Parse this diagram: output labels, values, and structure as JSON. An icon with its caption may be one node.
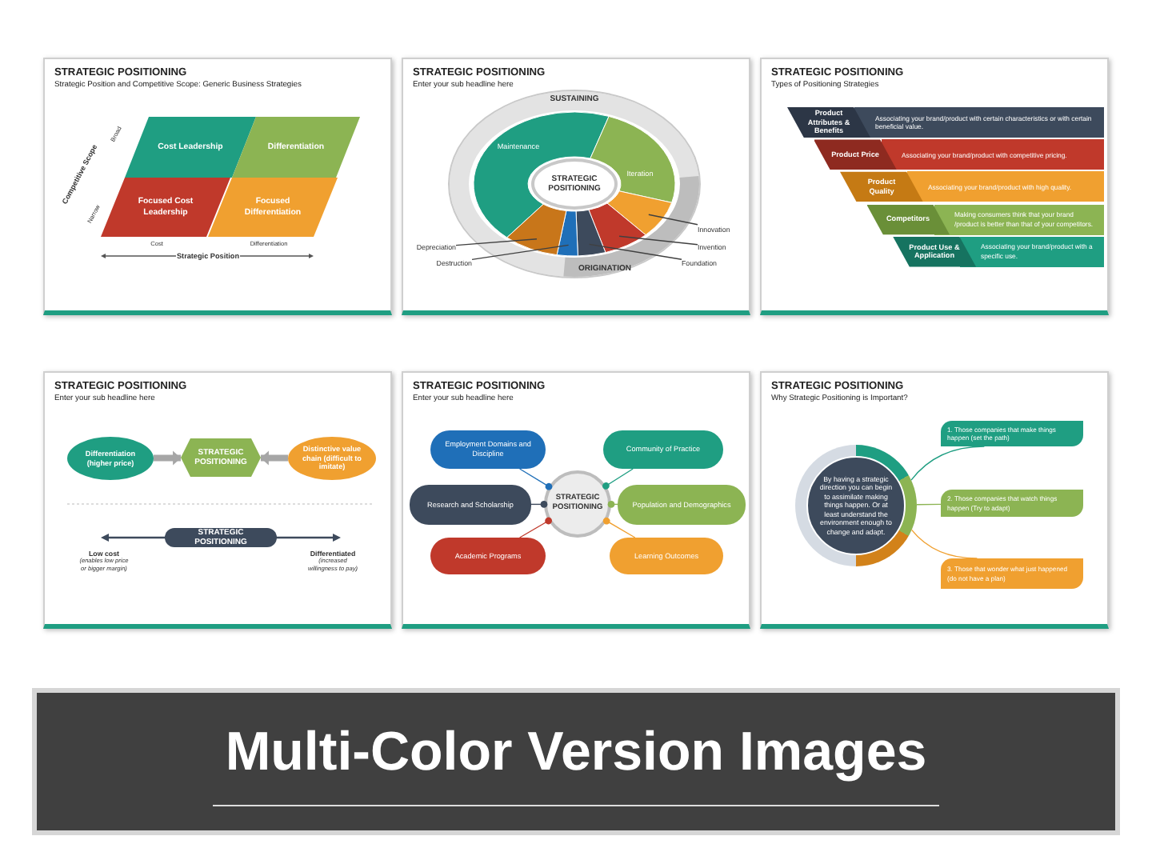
{
  "diagram": {
    "nodes": [
      {
        "text": [
          "STRATEGIC POSITIONING",
          "Strategic Position and Competitive Scope: Generic Business Strategies"
        ]
      },
      {
        "text": [
          "Cost Leadership"
        ],
        "in": 0
      },
      {
        "text": [
          "Differentiation"
        ],
        "in": 0
      },
      {
        "text": [
          "Focused Cost Leadership"
        ],
        "in": 0
      },
      {
        "text": [
          "Focused Differentiation"
        ],
        "in": 0
      },
      {
        "text": [
          "STRATEGIC POSITIONING",
          "Enter your sub headline here"
        ]
      },
      {
        "text": [
          "SUSTAINING"
        ],
        "in": 5
      },
      {
        "text": [
          "ORIGINATION"
        ],
        "in": 6
      },
      {
        "text": [
          "Maintenance"
        ],
        "in": 6
      },
      {
        "text": [
          "Iteration"
        ],
        "in": 6
      },
      {
        "text": [],
        "shape": "wedge",
        "in": 6
      },
      {
        "text": [],
        "shape": "wedge",
        "in": 6
      },
      {
        "text": [],
        "shape": "wedge",
        "in": 6
      },
      {
        "text": [],
        "shape": "wedge",
        "in": 6
      },
      {
        "text": [],
        "shape": "wedge",
        "in": 6
      },
      {
        "text": [
          "STRATEGIC POSITIONING"
        ],
        "in": 6
      },
      {
        "text": [
          "Innovation"
        ],
        "in": 5
      },
      {
        "text": [
          "Invention"
        ],
        "in": 5
      },
      {
        "text": [
          "Foundation"
        ],
        "in": 5
      },
      {
        "text": [
          "Depreciation"
        ],
        "in": 5
      },
      {
        "text": [
          "Destruction"
        ],
        "in": 5
      },
      {
        "text": [
          "STRATEGIC POSITIONING",
          "Types of Positioning Strategies"
        ]
      },
      {
        "text": [
          "Product Attributes & Benefits",
          "Associating your brand/product with certain characteristics or with certain beneficial value."
        ],
        "in": 21
      },
      {
        "text": [
          "Product Price",
          "Associating your brand/product with competitive pricing."
        ],
        "in": 21
      },
      {
        "text": [
          "Product Quality",
          "Associating your brand/product with high quality."
        ],
        "in": 21
      },
      {
        "text": [
          "Competitors",
          "Making consumers think that your brand /product is better than that of your competitors."
        ],
        "in": 21
      },
      {
        "text": [
          "Product Use & Application",
          "Associating your brand/product with a specific use."
        ],
        "in": 21
      },
      {
        "text": [
          "STRATEGIC POSITIONING",
          "Enter your sub headline here"
        ]
      },
      {
        "text": [
          "Differentiation (higher price)"
        ],
        "in": 27
      },
      {
        "text": [
          "STRATEGIC POSITIONING"
        ],
        "in": 27
      },
      {
        "text": [
          "Distinctive value chain (difficult to imitate)"
        ],
        "in": 27
      },
      {
        "text": [
          "STRATEGIC POSITIONING"
        ],
        "in": 27
      },
      {
        "text": [
          "STRATEGIC POSITIONING",
          "Enter your sub headline here"
        ]
      },
      {
        "text": [
          "Employment Domains and Discipline"
        ],
        "in": 32
      },
      {
        "text": [
          "Community of Practice"
        ],
        "in": 32
      },
      {
        "text": [
          "Research and Scholarship"
        ],
        "in": 32
      },
      {
        "text": [
          "STRATEGIC POSITIONING"
        ],
        "in": 32
      },
      {
        "text": [
          "Population and Demographics"
        ],
        "in": 32
      },
      {
        "text": [
          "Academic Programs"
        ],
        "in": 32
      },
      {
        "text": [
          "Learning Outcomes"
        ],
        "in": 32
      },
      {
        "text": [
          "STRATEGIC POSITIONING",
          "Why Strategic Positioning is Important?"
        ]
      },
      {
        "text": [
          "By having a strategic direction you can begin to assimilate making things happen. Or at least understand the environment enough to change and adapt."
        ],
        "in": 40
      },
      {
        "text": [
          "1. Those companies that make things happen (set the path)"
        ],
        "in": 40
      },
      {
        "text": [
          "2. Those companies that watch things happen (Try to adapt)"
        ],
        "in": 40
      },
      {
        "text": [
          "3. Those that wonder what just happened (do not have a plan)"
        ],
        "in": 40
      },
      {
        "text": [
          "Multi-Color Version Images"
        ]
      }
    ],
    "edges": [
      {
        "from": 16,
        "to": 10,
        "arrow": "none",
        "color": "#404040"
      },
      {
        "from": 17,
        "to": 11,
        "arrow": "none",
        "color": "#404040"
      },
      {
        "from": 18,
        "to": 12,
        "arrow": "none",
        "color": "#404040"
      },
      {
        "from": 19,
        "to": 14,
        "arrow": "none",
        "color": "#404040"
      },
      {
        "from": 20,
        "to": 13,
        "arrow": "none",
        "color": "#404040"
      },
      {
        "from": 28,
        "to": 29,
        "arrow": "to",
        "style": "thick",
        "color": "#a6a6a6"
      },
      {
        "from": 30,
        "to": 29,
        "arrow": "to",
        "style": "thick",
        "color": "#a6a6a6"
      },
      {
        "from": 33,
        "to": 36,
        "arrow": "other",
        "color": "#1f6fb8"
      },
      {
        "from": 34,
        "to": 36,
        "arrow": "other",
        "color": "#1f9e82"
      },
      {
        "from": 35,
        "to": 36,
        "arrow": "other",
        "color": "#3d4a5c"
      },
      {
        "from": 37,
        "to": 36,
        "arrow": "other",
        "color": "#8cb453"
      },
      {
        "from": 38,
        "to": 36,
        "arrow": "other",
        "color": "#c0392b"
      },
      {
        "from": 39,
        "to": 36,
        "arrow": "other",
        "color": "#f0a030"
      },
      {
        "from": 41,
        "to": 42,
        "arrow": "none",
        "color": "#1f9e82"
      },
      {
        "from": 41,
        "to": 43,
        "arrow": "none",
        "color": "#8cb453"
      },
      {
        "from": 41,
        "to": 44,
        "arrow": "none",
        "color": "#f0a030"
      }
    ],
    "labels": [
      "Competitive Scope",
      "Broad",
      "Narrow",
      "Cost",
      "Differentiation",
      "Strategic Position",
      "Low cost",
      "(enables low price or bigger margin)",
      "Differentiated",
      "(increased willingness to pay)"
    ]
  }
}
